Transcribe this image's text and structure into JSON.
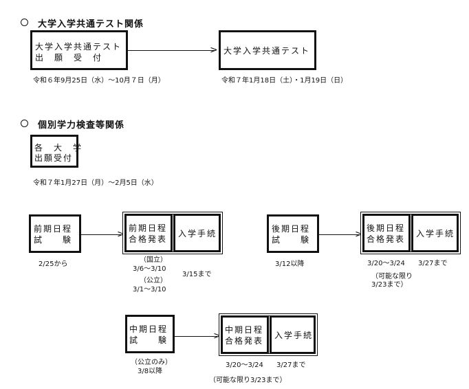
{
  "sections": {
    "common_test": "大学入学共通テスト関係",
    "individual": "個別学力検査等関係"
  },
  "common": {
    "apply_box": [
      "大学入学共通テスト",
      "出　願　受　付"
    ],
    "apply_date": "令和６年9月25日（水）〜10月７日（月）",
    "test_box": "大学入学共通テスト",
    "test_date": "令和７年1月18日（土）・1月19日（日）"
  },
  "univ": {
    "apply_box": [
      "各　大　学",
      "出願受付"
    ],
    "apply_date": "令和７年1月27日（月）〜2月5日（水）"
  },
  "zenki": {
    "exam_box": [
      "前期日程",
      "試　　験"
    ],
    "exam_date": "2/25から",
    "result_box": [
      "前期日程",
      "合格発表"
    ],
    "enroll_box": "入学手続",
    "result_notes": [
      "（国立）",
      "3/6〜3/10",
      "（公立）",
      "3/1〜3/10"
    ],
    "enroll_date": "3/15まで"
  },
  "kouki": {
    "exam_box": [
      "後期日程",
      "試　　験"
    ],
    "exam_date": "3/12以降",
    "result_box": [
      "後期日程",
      "合格発表"
    ],
    "enroll_box": "入学手続",
    "result_date": "3/20〜3/24",
    "result_note": [
      "（可能な限り",
      "3/23まで）"
    ],
    "enroll_date": "3/27まで"
  },
  "chuuki": {
    "exam_box": [
      "中期日程",
      "試　　験"
    ],
    "exam_note": [
      "（公立のみ）",
      "3/8以降"
    ],
    "result_box": [
      "中期日程",
      "合格発表"
    ],
    "enroll_box": "入学手続",
    "result_date": "3/20〜3/24",
    "enroll_date": "3/27まで",
    "footnote": "（可能な限り3/23まで）"
  }
}
